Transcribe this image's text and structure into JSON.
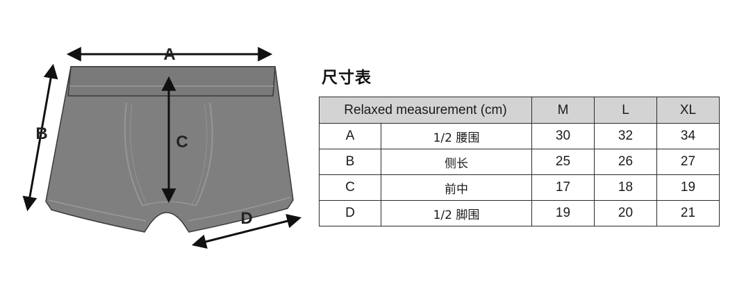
{
  "diagram": {
    "labels": {
      "a": "A",
      "b": "B",
      "c": "C",
      "d": "D"
    },
    "colors": {
      "garment": "#7f7f7f",
      "seam": "#9a9a9a",
      "outline": "#333333",
      "arrow": "#111111"
    }
  },
  "table": {
    "title": "尺寸表",
    "header": {
      "measurement": "Relaxed measurement (cm)",
      "sizes": [
        "M",
        "L",
        "XL"
      ]
    },
    "rows": [
      {
        "code": "A",
        "name": "1/2 腰围",
        "values": [
          "30",
          "32",
          "34"
        ]
      },
      {
        "code": "B",
        "name": "侧长",
        "values": [
          "25",
          "26",
          "27"
        ]
      },
      {
        "code": "C",
        "name": "前中",
        "values": [
          "17",
          "18",
          "19"
        ]
      },
      {
        "code": "D",
        "name": "1/2 脚围",
        "values": [
          "19",
          "20",
          "21"
        ]
      }
    ],
    "colors": {
      "header_bg": "#d3d3d3",
      "border": "#2a2a2a"
    }
  }
}
